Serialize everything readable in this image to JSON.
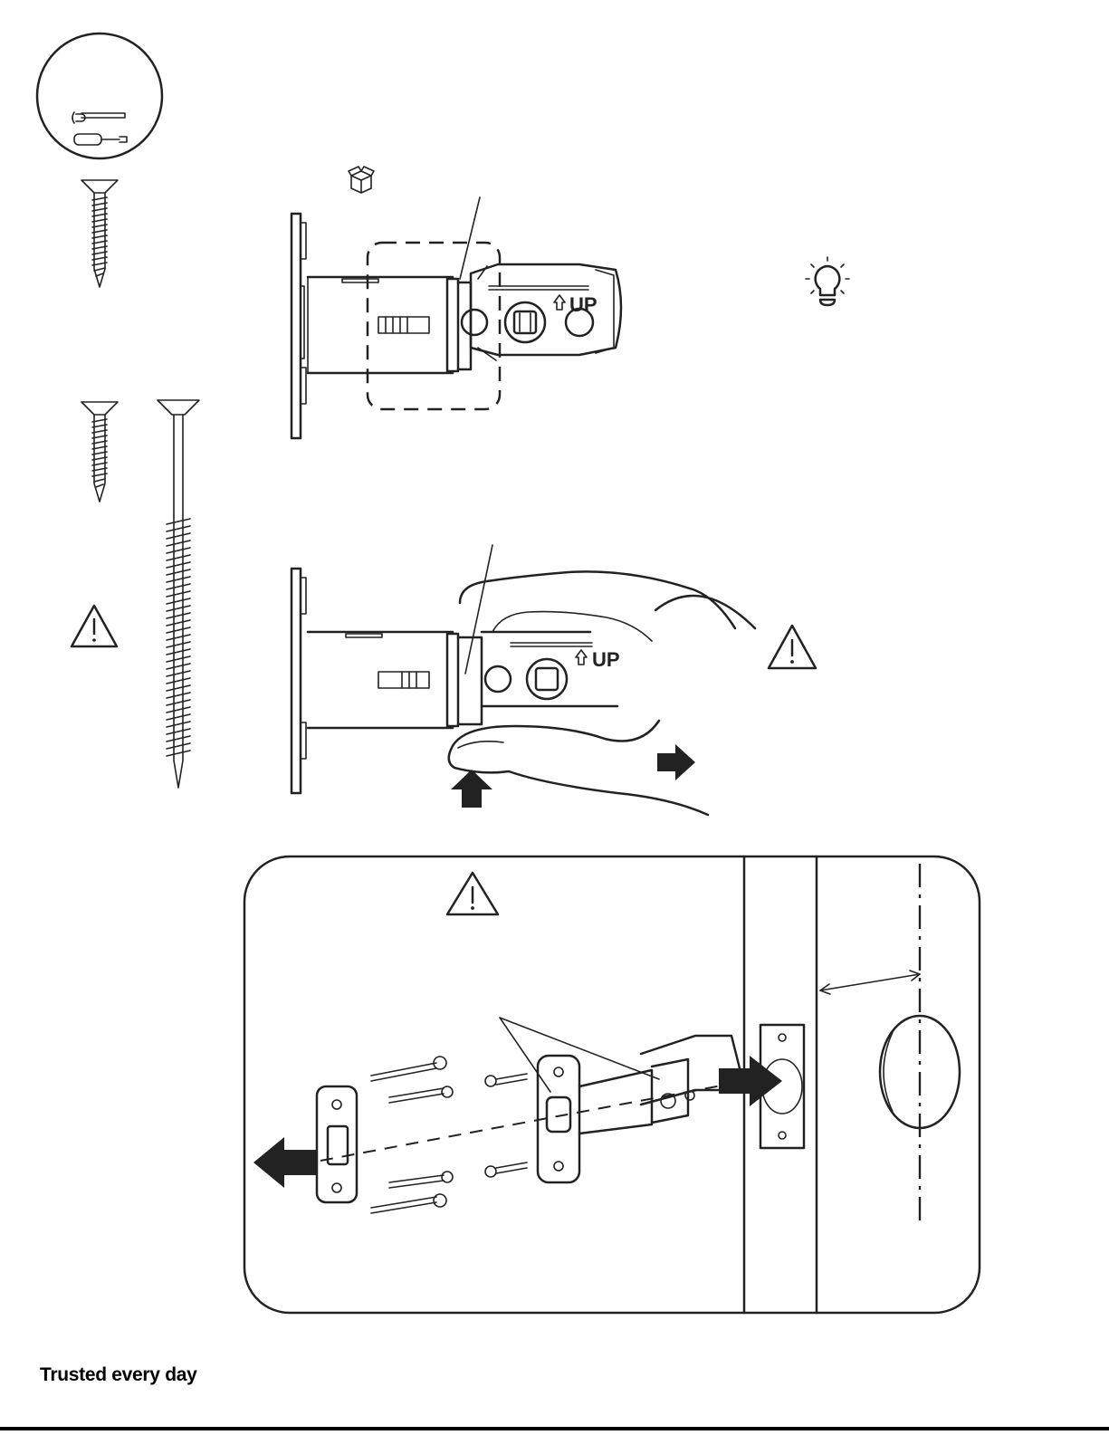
{
  "page": {
    "footer_tagline": "Trusted every day",
    "latch_label_top": "UP",
    "latch_label_mid": "UP"
  },
  "icons": {
    "tools": "wrench-screwdriver-icon",
    "box": "package-box-icon",
    "tip": "lightbulb-icon",
    "warning": "warning-triangle-icon",
    "arrow": "push-arrow-icon"
  },
  "colors": {
    "ink": "#222222",
    "background": "#ffffff"
  }
}
